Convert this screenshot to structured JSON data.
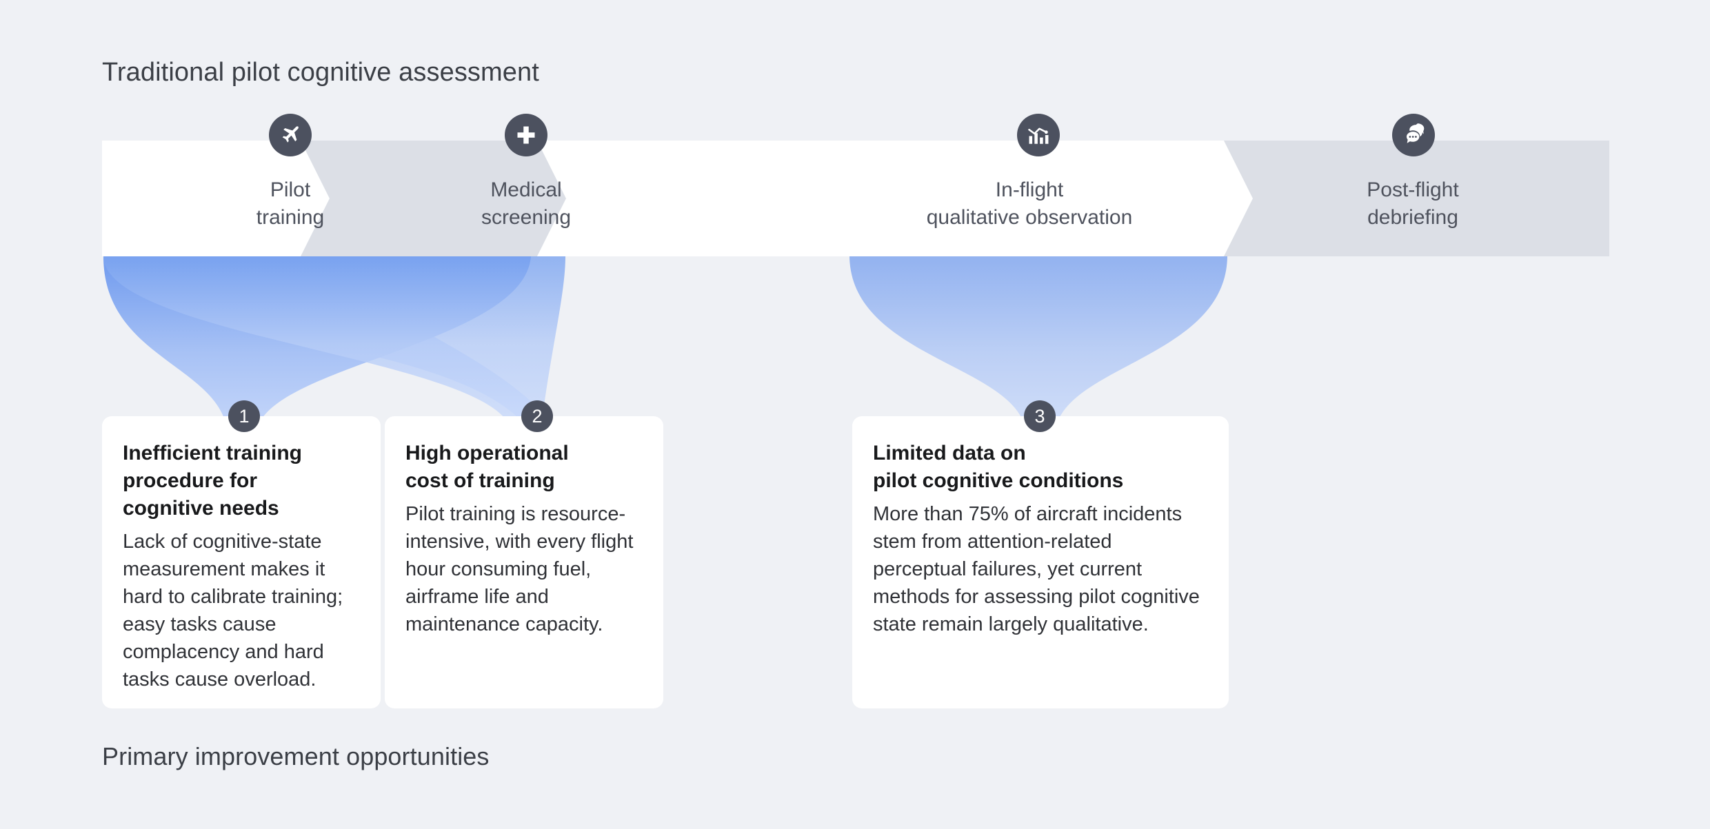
{
  "header": {
    "title": "Traditional pilot cognitive assessment"
  },
  "footer": {
    "title": "Primary improvement opportunities"
  },
  "colors": {
    "background": "#eff1f5",
    "chevron_active": "#ffffff",
    "chevron_inactive": "#dcdfe6",
    "icon_circle": "#4c515f",
    "badge": "#4c515f",
    "funnel_top": "#6f9aee",
    "funnel_bottom": "#bcd0f7",
    "title_text": "#3b3f46",
    "card_bg": "#ffffff"
  },
  "process": {
    "stages": [
      {
        "label": "Pilot\ntraining",
        "line1": "Pilot",
        "line2": "training",
        "icon": "airplane-icon",
        "state": "active"
      },
      {
        "label": "Medical\nscreening",
        "line1": "Medical",
        "line2": "screening",
        "icon": "medical-cross-icon",
        "state": "inactive"
      },
      {
        "label": "In-flight\nqualitative observation",
        "line1": "In-flight",
        "line2": "qualitative observation",
        "icon": "bar-chart-icon",
        "state": "active"
      },
      {
        "label": "Post-flight\ndebriefing",
        "line1": "Post-flight",
        "line2": "debriefing",
        "icon": "chat-bubbles-icon",
        "state": "inactive"
      }
    ]
  },
  "opportunities": [
    {
      "number": "1",
      "title": "Inefficient training\nprocedure for\ncognitive needs",
      "body": "Lack of cognitive-state measurement makes it hard to calibrate training; easy tasks cause complacency and hard tasks cause overload."
    },
    {
      "number": "2",
      "title": "High operational\ncost of training",
      "body": "Pilot training is resource-intensive, with every flight hour consuming fuel, airframe life and maintenance capacity."
    },
    {
      "number": "3",
      "title": "Limited data on\npilot cognitive conditions",
      "body": "More than 75% of aircraft incidents stem from attention-related perceptual failures, yet current methods for assessing pilot cognitive state remain largely qualitative."
    }
  ]
}
